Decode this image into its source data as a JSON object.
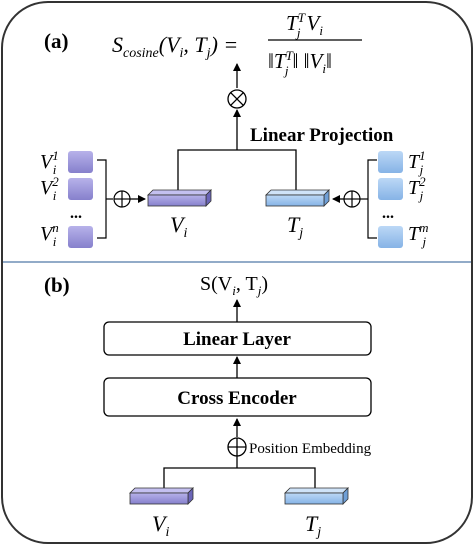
{
  "panel_a": {
    "label": "(a)",
    "formula_lhs_main": "S",
    "formula_lhs_sub": "cosine",
    "formula_lhs_args": "(V",
    "formula_lhs_i": "i",
    "formula_lhs_comma": ", T",
    "formula_lhs_j": "j",
    "formula_lhs_close": ") =",
    "formula_num_T": "T",
    "formula_num_sub": "j",
    "formula_num_sup": "T",
    "formula_num_V": "V",
    "formula_num_i": "i",
    "formula_den": "‖T",
    "formula_den_sub": "j",
    "formula_den_sup": "T",
    "formula_den_mid": "‖ ‖V",
    "formula_den_i": "i",
    "formula_den_end": "‖",
    "multiply_symbol": "⊗",
    "projection_label": "Linear Projection",
    "left_inputs": [
      {
        "base": "V",
        "sub": "i",
        "sup": "1"
      },
      {
        "base": "V",
        "sub": "i",
        "sup": "2"
      },
      {
        "base": "...",
        "sub": "",
        "sup": ""
      },
      {
        "base": "V",
        "sub": "i",
        "sup": "n"
      }
    ],
    "right_inputs": [
      {
        "base": "T",
        "sub": "j",
        "sup": "1"
      },
      {
        "base": "T",
        "sub": "j",
        "sup": "2"
      },
      {
        "base": "...",
        "sub": "",
        "sup": ""
      },
      {
        "base": "T",
        "sub": "j",
        "sup": "m"
      }
    ],
    "plus_symbol": "⊕",
    "v_label_base": "V",
    "v_label_sub": "i",
    "t_label_base": "T",
    "t_label_sub": "j"
  },
  "panel_b": {
    "label": "(b)",
    "output_label": "S(V",
    "output_i": "i",
    "output_comma": ", T",
    "output_j": "j",
    "output_close": ")",
    "linear_layer": "Linear Layer",
    "cross_encoder": "Cross Encoder",
    "plus_symbol": "⊕",
    "position_embedding": "Position Embedding",
    "v_label_base": "V",
    "v_label_sub": "i",
    "t_label_base": "T",
    "t_label_sub": "j"
  },
  "colors": {
    "v_fill": "#9a95d8",
    "v_square": "#a49fde",
    "t_fill": "#9cc4ef",
    "t_square": "#a9cbf0",
    "border": "#333333",
    "divider": "#6e8fb5"
  }
}
